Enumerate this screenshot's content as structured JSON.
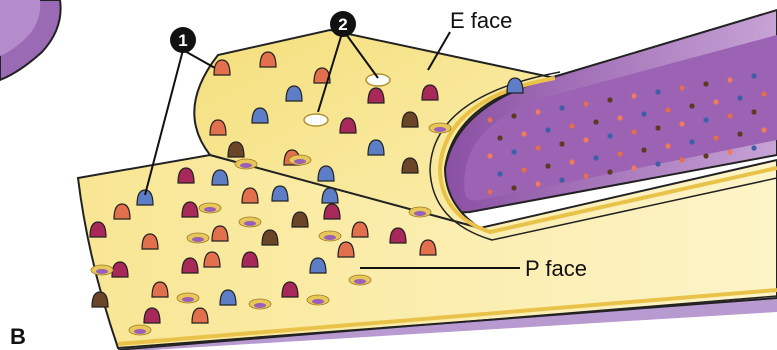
{
  "labels": {
    "callout_1": "1",
    "callout_2": "2",
    "e_face": "E face",
    "p_face": "P face",
    "panel": "B"
  },
  "colors": {
    "yellow_face": "#f7e58a",
    "purple_membrane": "#8e55a6",
    "purple_inner": "#a66fbb",
    "callout_fill": "#111111"
  },
  "particle_colors": [
    "#a8285a",
    "#e2704d",
    "#5d7ec7",
    "#6b4528"
  ]
}
